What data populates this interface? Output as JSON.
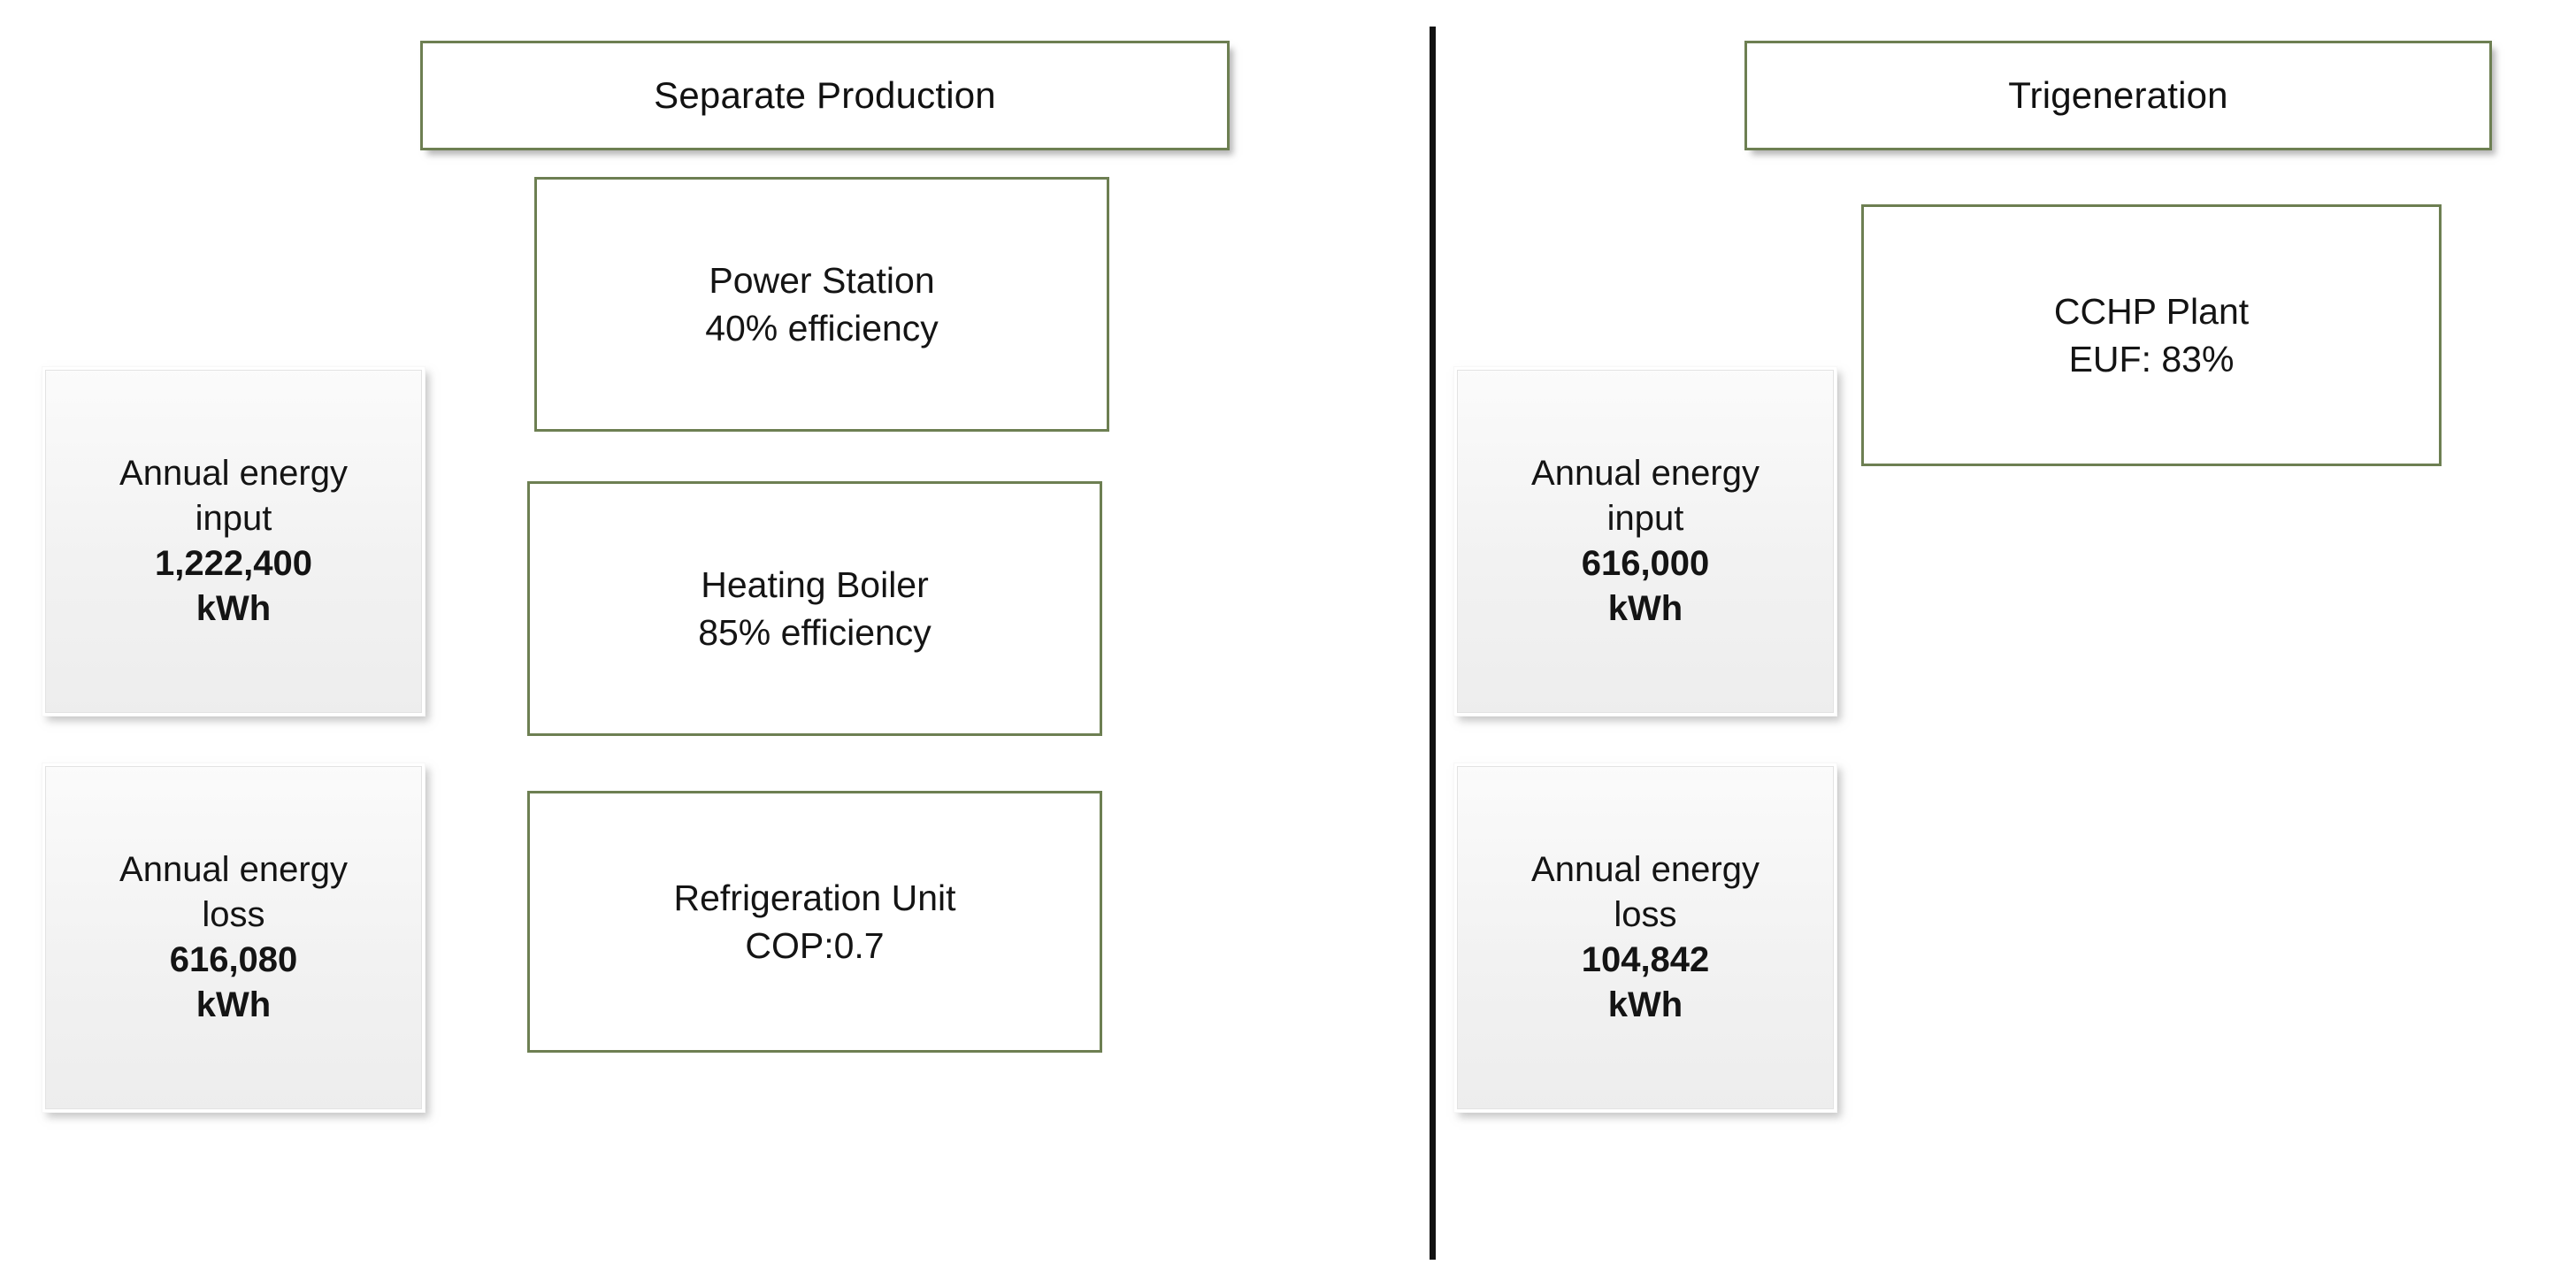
{
  "diagram": {
    "title_left": "Separate Production",
    "title_right": "Trigeneration",
    "divider_color": "#121212",
    "accent_green": "#6d7f52",
    "box_fill_gray": "#f2f2f2"
  },
  "left_panel": {
    "header": "Separate Production",
    "data_boxes": [
      {
        "name": "annual-energy-input",
        "line1": "Annual energy",
        "line2": "input",
        "value": "1,222,400",
        "unit": "kWh"
      },
      {
        "name": "annual-energy-loss",
        "line1": "Annual energy",
        "line2": "loss",
        "value": "616,080",
        "unit": "kWh"
      }
    ],
    "process_boxes": [
      {
        "name": "power-station",
        "line1": "Power Station",
        "line2": "40% efficiency"
      },
      {
        "name": "heating-boiler",
        "line1": "Heating Boiler",
        "line2": "85% efficiency"
      },
      {
        "name": "refrigeration-unit",
        "line1": "Refrigeration Unit",
        "line2": "COP:0.7"
      }
    ]
  },
  "right_panel": {
    "header": "Trigeneration",
    "data_boxes": [
      {
        "name": "annual-energy-input",
        "line1": "Annual energy",
        "line2": "input",
        "value": "616,000",
        "unit": "kWh"
      },
      {
        "name": "annual-energy-loss",
        "line1": "Annual energy",
        "line2": "loss",
        "value": "104,842",
        "unit": "kWh"
      }
    ],
    "process_boxes": [
      {
        "name": "cchp-plant",
        "line1": "CCHP Plant",
        "line2": "EUF: 83%"
      }
    ]
  }
}
